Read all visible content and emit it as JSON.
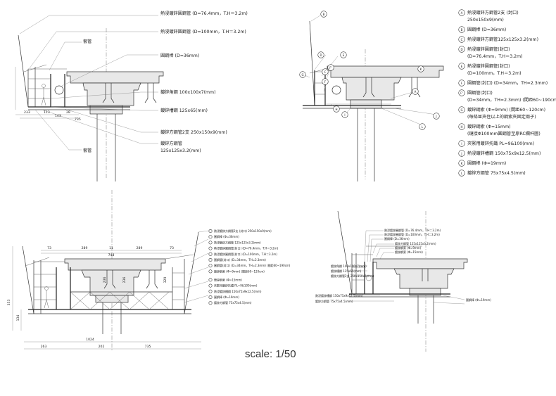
{
  "scale_label": "scale: 1/50",
  "panel1": {
    "labels": [
      "熱浸鍍鋅圓鋼管 (D=76.4mm，T.H＝3.2m)",
      "熱浸鍍鋅圓鋼管 (D=100mm，T.H＝3.2m)",
      "套管",
      "圓鋼棒 (D=36mm)",
      "鍍鋅角鋼 100x100x7(mm)",
      "鍍鋅槽鋼 125x65(mm)",
      "鍍鋅方鋼管2支 250x150x9(mm)",
      "鍍鋅方鋼管",
      "125x125x3.2(mm)",
      "套管"
    ],
    "dims": [
      "233",
      "113",
      "143",
      "28",
      "735"
    ]
  },
  "panel2": {
    "codes": [
      "A",
      "B",
      "C",
      "D",
      "E",
      "F",
      "F'",
      "G",
      "H",
      "I",
      "J",
      "K",
      "L"
    ],
    "legend": [
      {
        "code": "A",
        "lines": [
          "熱浸鍍鋅方鋼管2支 (封口)",
          "250x150x9(mm)"
        ]
      },
      {
        "code": "B",
        "lines": [
          "圓鋼棒 (D=36mm)"
        ]
      },
      {
        "code": "C",
        "lines": [
          "熱浸鍍鋅方鋼管125x125x3.2(mm)"
        ]
      },
      {
        "code": "D",
        "lines": [
          "熱浸鍍鋅圓鋼管(封口)",
          "(D=76.4mm，T.H＝3.2m)"
        ]
      },
      {
        "code": "E",
        "lines": [
          "熱浸鍍鋅圓鋼管(封口)",
          "(D=100mm，T.H＝3.2m)"
        ]
      },
      {
        "code": "F",
        "lines": [
          "圓鋼管(封口) (D=34mm，TH=2.3mm)"
        ]
      },
      {
        "code": "F'",
        "lines": [
          "圓鋼管(封口)",
          "(D=34mm，TH=2.3mm) (間距60~190cm)"
        ]
      },
      {
        "code": "G",
        "lines": [
          "鍍鋅鋼索 (Φ=9mm) (間距60~120cm)",
          "(每條並夾住以上的鋼索夾固定兩子)"
        ]
      },
      {
        "code": "H",
        "lines": [
          "鍍鋅鋼索 (Φ=15mm)",
          "(鏈接Φ100mm圓鋼管至原RC欄杆圖)"
        ]
      },
      {
        "code": "I",
        "lines": [
          "夾緊用鍍鋅托鐵 PL=9&100(mm)"
        ]
      },
      {
        "code": "J",
        "lines": [
          "熱浸鍍鋅槽鋼 150x75x9x12.5(mm)"
        ]
      },
      {
        "code": "K",
        "lines": [
          "圓鋼棒 (Φ=19mm)"
        ]
      },
      {
        "code": "L",
        "lines": [
          "鍍鋅方鋼管 75x75x4.5(mm)"
        ]
      }
    ]
  },
  "panel3": {
    "top_dims": [
      "73",
      "289",
      "11",
      "289",
      "73"
    ],
    "top_total": "748",
    "side_dims": [
      "353",
      "134"
    ],
    "mid_dims": [
      "236",
      "236",
      "329"
    ],
    "bottom_dims": [
      "263",
      "202",
      "735"
    ],
    "bottom_total": "1024",
    "notes": [
      "熱浸鍍鋅方鋼管2支 (封口) 250x150x9(mm)",
      "圓鋼棒 (Φ=36mm)",
      "熱浸鍍鋅方鋼管 125x125x3.2(mm)",
      "熱浸鍍鋅圓鋼管(封口) (D=76.4mm，T.H＝3.2m)",
      "熱浸鍍鋅圓鋼管(封口) (D=100mm，T.H＝3.2m)",
      "圓鋼管(封口) (D=34mm，TH=2.3mm)",
      "圓鋼管(封口) (D=34mm，TH=2.3mm) (間距60~190cm)",
      "鍍鋅鋼索 (Φ=9mm) (間距60~120cm)",
      "鍍鋅鋼索 (Φ=15mm)",
      "夾緊用鍍鋅托鐵 PL=9&100(mm)",
      "熱浸鍍鋅槽鋼 150x75x9x12.5(mm)",
      "圓鋼棒 (Φ=19mm)",
      "鍍鋅方鋼管 75x75x4.5(mm)"
    ]
  },
  "panel4": {
    "labels": [
      "熱浸鍍鋅圓鋼管 (D=76.4mm，T.H＝3.2m)",
      "熱浸鍍鋅圓鋼管 (D=100mm，T.H＝3.2m)",
      "圓鋼棒 (D=36mm)",
      "鍍鋅方鋼管 125x125x3.2(mm)",
      "鍍鋅鋼索 (Φ=9mm)",
      "鍍鋅鋼索 (Φ=15mm)",
      "鍍鋅角鋼 100x100x7(mm)",
      "鍍鋅槽鋼 125x65(mm)",
      "鍍鋅方鋼管2支 250x150x9(mm)",
      "熱浸鍍鋅槽鋼 150x75x9x12.5(mm)",
      "鍍鋅方鋼管 75x75x4.5(mm)",
      "圓鋼棒 (Φ=19mm)"
    ]
  }
}
